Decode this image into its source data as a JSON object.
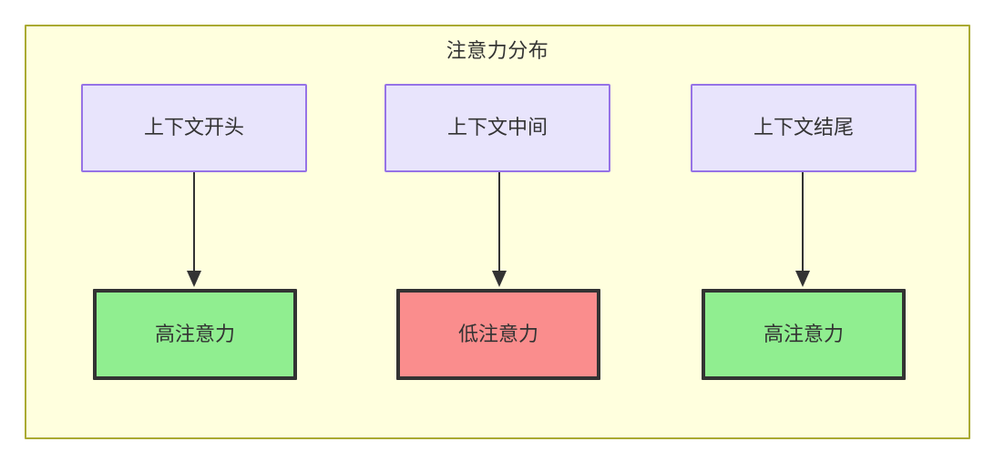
{
  "diagram": {
    "title": "注意力分布",
    "colors": {
      "cluster_fill": "#ffffde",
      "cluster_border": "#aaaa33",
      "context_fill": "#e8e4fc",
      "context_border": "#9673e6",
      "high_attention_fill": "#90ee90",
      "low_attention_fill": "#fa8d8d",
      "node_border": "#333333",
      "edge": "#333333",
      "text": "#333333"
    },
    "context_nodes": [
      {
        "id": "context-start",
        "label": "上下文开头"
      },
      {
        "id": "context-middle",
        "label": "上下文中间"
      },
      {
        "id": "context-end",
        "label": "上下文结尾"
      }
    ],
    "attention_nodes": [
      {
        "id": "attention-high-start",
        "label": "高注意力",
        "level": "high"
      },
      {
        "id": "attention-low-middle",
        "label": "低注意力",
        "level": "low"
      },
      {
        "id": "attention-high-end",
        "label": "高注意力",
        "level": "high"
      }
    ],
    "edges": [
      {
        "id": "edge-start",
        "from": "上下文开头",
        "to": "高注意力"
      },
      {
        "id": "edge-middle",
        "from": "上下文中间",
        "to": "低注意力"
      },
      {
        "id": "edge-end",
        "from": "上下文结尾",
        "to": "高注意力"
      }
    ]
  }
}
